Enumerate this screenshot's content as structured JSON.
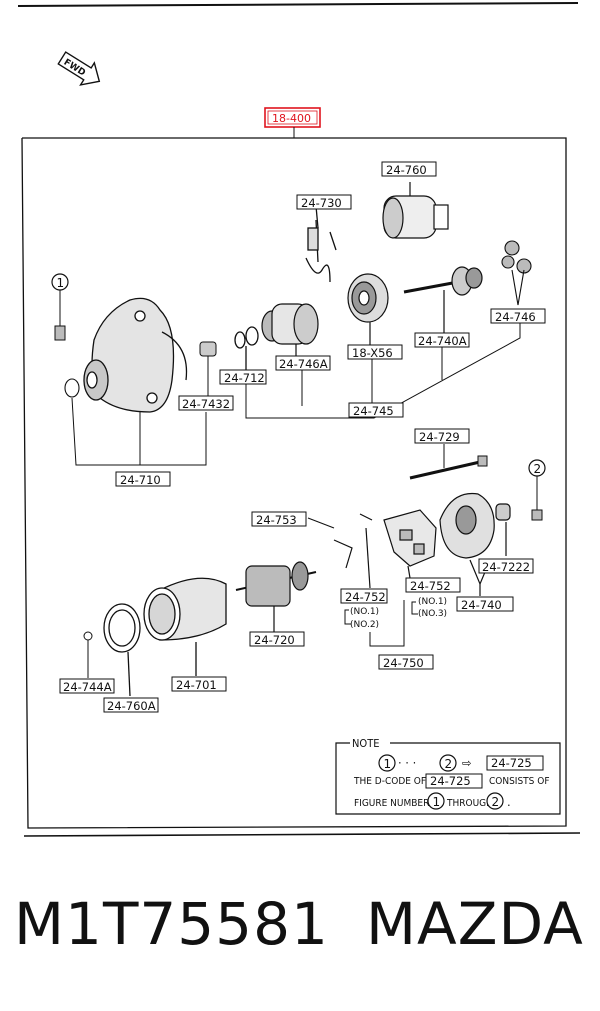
{
  "fwd_label": "FWD",
  "assembly_code": "18-400",
  "highlight_color": "#e0141e",
  "callouts": {
    "c1": "1",
    "c2": "2"
  },
  "parts": {
    "p24760": "24-760",
    "p24730": "24-730",
    "p24746": "24-746",
    "p24740A": "24-740A",
    "p18X56": "18-X56",
    "p24712": "24-712",
    "p24746A": "24-746A",
    "p247432": "24-7432",
    "p24745": "24-745",
    "p24710": "24-710",
    "p24729": "24-729",
    "p24753": "24-753",
    "p24752a": "24-752",
    "p24752b": "24-752",
    "p247222": "24-7222",
    "p24740": "24-740",
    "p24720": "24-720",
    "p24750": "24-750",
    "p24744A": "24-744A",
    "p24701": "24-701",
    "p24760A": "24-760A"
  },
  "sub_labels": {
    "l_no1": "(NO.1)",
    "l_no2": "(NO.2)",
    "r_no1": "(NO.1)",
    "r_no3": "(NO.3)"
  },
  "note": {
    "title": "NOTE",
    "dots": "· · ·",
    "arrow": "⇨",
    "code": "24-725",
    "line2_pre": "THE D-CODE OF",
    "line2_code": "24-725",
    "line2_post": "CONSISTS OF",
    "line3_pre": "FIGURE NUMBERS",
    "line3_mid": "THROUGH",
    "line3_end": "."
  },
  "footer": {
    "part_number": "M1T75581",
    "brand": "MAZDA"
  }
}
